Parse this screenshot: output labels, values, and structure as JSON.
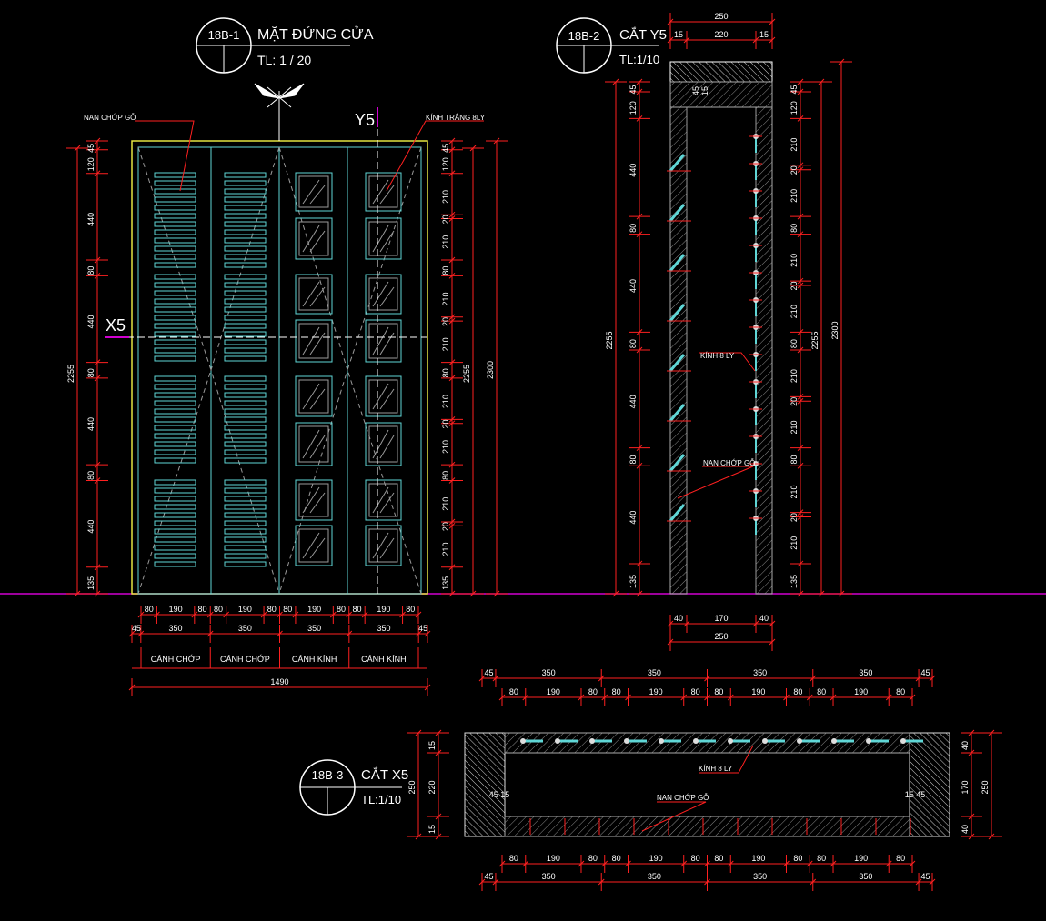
{
  "titles": {
    "elev": {
      "code": "18B-1",
      "name": "MẶT ĐỨNG CỬA",
      "scale": "TL: 1 / 20"
    },
    "y5": {
      "code": "18B-2",
      "name": "CẮT Y5",
      "scale": "TL:1/10"
    },
    "x5": {
      "code": "18B-3",
      "name": "CẮT X5",
      "scale": "TL:1/10"
    }
  },
  "section_marks": {
    "x": "X5",
    "y": "Y5"
  },
  "callouts": {
    "nan_chop_go": "NAN CHỚP GỖ",
    "kinh_trang": "KÍNH TRẮNG 8LY",
    "kinh_8ly": "KÍNH 8 LY"
  },
  "elev_dims": {
    "left": [
      "45",
      "120",
      "440",
      "80",
      "440",
      "80",
      "440",
      "80",
      "440",
      "135"
    ],
    "left_total": "2255",
    "right": [
      "45",
      "120",
      "210",
      "20",
      "210",
      "80",
      "210",
      "20",
      "210",
      "80",
      "210",
      "20",
      "210",
      "80",
      "210",
      "20",
      "210",
      "135"
    ],
    "right_total_a": "2255",
    "right_total_b": "2300",
    "bottom_row1": [
      "80",
      "190",
      "80",
      "80",
      "190",
      "80",
      "80",
      "190",
      "80",
      "80",
      "190",
      "80"
    ],
    "bottom_row2": [
      "45",
      "350",
      "350",
      "350",
      "350",
      "45"
    ],
    "leaf_names": [
      "CÁNH CHỚP",
      "CÁNH CHỚP",
      "CÁNH KÍNH",
      "CÁNH KÍNH"
    ],
    "overall": "1490"
  },
  "y5_dims": {
    "top": [
      "250",
      "15",
      "220",
      "15"
    ],
    "left": [
      "45",
      "120",
      "440",
      "80",
      "440",
      "80",
      "440",
      "80",
      "440",
      "135"
    ],
    "left_total": "2255",
    "right": [
      "45",
      "120",
      "210",
      "20",
      "210",
      "80",
      "210",
      "20",
      "210",
      "80",
      "210",
      "20",
      "210",
      "80",
      "210",
      "20",
      "210",
      "135"
    ],
    "right_total_a": "2255",
    "right_total_b": "2300",
    "bottom": [
      "40",
      "170",
      "40"
    ],
    "bottom_total": "250",
    "cut_labels": [
      "45",
      "15"
    ]
  },
  "x5_dims": {
    "top_row1": [
      "45",
      "350",
      "350",
      "350",
      "350",
      "45"
    ],
    "top_row2": [
      "80",
      "190",
      "80",
      "80",
      "190",
      "80",
      "80",
      "190",
      "80",
      "80",
      "190",
      "80"
    ],
    "bottom_row1": [
      "80",
      "190",
      "80",
      "80",
      "190",
      "80",
      "80",
      "190",
      "80",
      "80",
      "190",
      "80"
    ],
    "bottom_row2": [
      "45",
      "350",
      "350",
      "350",
      "350",
      "45"
    ],
    "left": [
      "15",
      "220",
      "15"
    ],
    "left_total": "250",
    "right": [
      "40",
      "170",
      "40"
    ],
    "right_total": "250",
    "inner_left": "45 15",
    "inner_right": "15 45"
  }
}
